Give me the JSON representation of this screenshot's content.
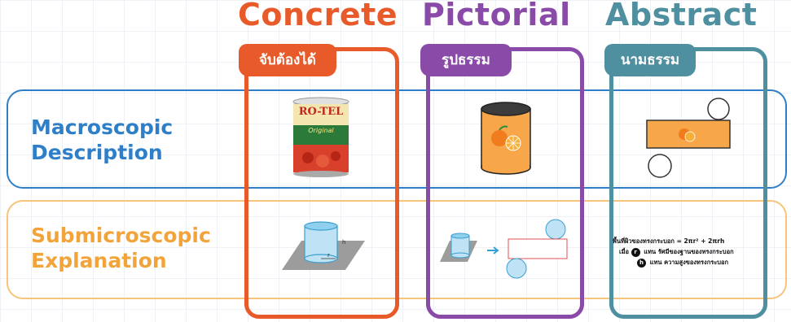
{
  "columns": [
    {
      "title": "Concrete",
      "tab": "จับต้องได้",
      "color": "#e85a2a"
    },
    {
      "title": "Pictorial",
      "tab": "รูปธรรม",
      "color": "#8a4aa8"
    },
    {
      "title": "Abstract",
      "tab": "นามธรรม",
      "color": "#4e8fa0"
    }
  ],
  "rows": [
    {
      "label_line1": "Macroscopic",
      "label_line2": "Description",
      "color": "#2f7fc8"
    },
    {
      "label_line1": "Submicroscopic",
      "label_line2": "Explanation",
      "color": "#f2a43a"
    }
  ],
  "can_label": {
    "brand": "RO-TEL",
    "subtitle": "Original"
  },
  "cylinder_labels": {
    "height": "h",
    "radius": "r"
  },
  "formula": {
    "line1": "พื้นที่ผิวของทรงกระบอก = 2πr² + 2πrh",
    "line2_prefix": "เมื่อ",
    "symbol_r": "r",
    "line2_text": "แทน รัศมีของฐานของทรงกระบอก",
    "symbol_h": "h",
    "line3_text": "แทน ความสูงของทรงกระบอก"
  }
}
